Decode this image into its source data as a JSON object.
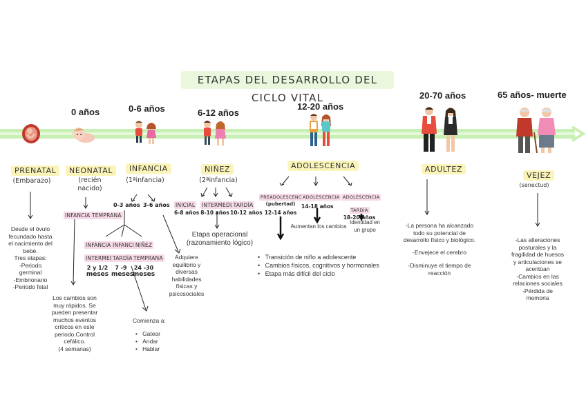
{
  "title": "ETAPAS DEL DESARROLLO DEL CICLO VITAL",
  "ages": {
    "neonatal": "0 años",
    "infancia": "0-6 años",
    "ninez": "6-12 años",
    "adolescencia": "12-20 años",
    "adultez": "20-70 años",
    "vejez": "65 años- muerte"
  },
  "stages": {
    "prenatal": {
      "label": "PRENATAL",
      "sub": "(Embarazo)",
      "desc": [
        "Desde el óvulo",
        "fecundado hasta",
        "el nacimiento del",
        "bebé.",
        "Tres etapas:",
        "-Periodo",
        "germinal",
        "-Embrionario",
        "-Periodo fetal"
      ]
    },
    "neonatal": {
      "label": "NEONATAL",
      "sub1": "(recién",
      "sub2": "nacido)",
      "pill": "INFANCIA TEMPRANA",
      "desc": [
        "Los cambios son",
        "muy rápidos. Se",
        "pueden presentar",
        "muchos eventos",
        "críticos en este",
        "periodo.Control",
        "cefálico.",
        "(4 semanas)"
      ]
    },
    "infancia": {
      "label": "INFANCIA",
      "sub": "(1ªinfancia)",
      "range1": "0-3 años",
      "range2": "3-6 años",
      "sub_a_1": "INFANCIA",
      "sub_a_2": "INTERMEDIA",
      "sub_a_age": "2 y 1/2",
      "sub_a_unit": "meses",
      "sub_b_1": "INFANCIA",
      "sub_b_2": "TARDÍA",
      "sub_b_age": "7 -9",
      "sub_b_unit": "meses",
      "sub_c_1": "NIÑEZ",
      "sub_c_2": "TEMPRANA",
      "sub_c_age": "24 -30",
      "sub_c_unit": "meses",
      "comienza": "Comienza a:",
      "bullets": [
        "Gatear",
        "Andar",
        "Hablar"
      ],
      "desc": [
        "Adquiere",
        "equilibrio y",
        "diversas",
        "habilidades",
        "físicas y",
        "psicosociales"
      ]
    },
    "ninez": {
      "label": "NIÑEZ",
      "sub": "(2ªinfancia)",
      "s1": "INICIAL",
      "s1_age": "6-8 años",
      "s2": "INTERMEDIA",
      "s2_age": "8-10 años",
      "s3": "TARDÍA",
      "s3_age": "10-12 años",
      "desc": [
        "Etapa operacional",
        "(razonamiento lógico)"
      ]
    },
    "adolescencia": {
      "label": "ADOLESCENCIA",
      "s1": "PREADOLESCENCIA",
      "s1_sub": "(pubertad)",
      "s1_age": "12-14 años",
      "s2": "ADOLESCENCIA",
      "s2_age": "14-18 años",
      "s3": "ADOLESCENCIA",
      "s3_b": "TARDÍA",
      "s3_age": "18-20 años",
      "note1": "Aumentan los cambios",
      "note2": [
        "Identidad en",
        "un grupo"
      ],
      "bullets": [
        "Transición de niño a adolescente",
        "Cambios físicos, cognitivos y hormonales",
        "Etapa más difícil del ciclo"
      ]
    },
    "adultez": {
      "label": "ADULTEZ",
      "desc1": [
        "-La persona ha alcanzado",
        "todo su potencial de",
        "desarrollo físico y biológico."
      ],
      "desc2": "-Envejece el cerebro",
      "desc3": [
        "-Disminuye el tiempo de",
        "reacción"
      ]
    },
    "vejez": {
      "label": "VEJEZ",
      "sub": "(senectud)",
      "desc": [
        "-Las alteraciones",
        "posturales y la",
        "fragilidad de huesos",
        "y articulaciones se",
        "acentúan",
        "-Cambios en las",
        "relaciones sociales",
        "-Pérdida de",
        "memoria"
      ]
    }
  },
  "colors": {
    "timeline": "#c8f0b4",
    "stage_bg": "#fbf4b8",
    "pill_bg": "#f6d9e6",
    "title_bg": "#eaf7dc"
  },
  "icons": [
    "fetus-icon",
    "baby-icon",
    "children-icon",
    "teens-icon",
    "adults-icon",
    "elderly-couple-icon"
  ]
}
